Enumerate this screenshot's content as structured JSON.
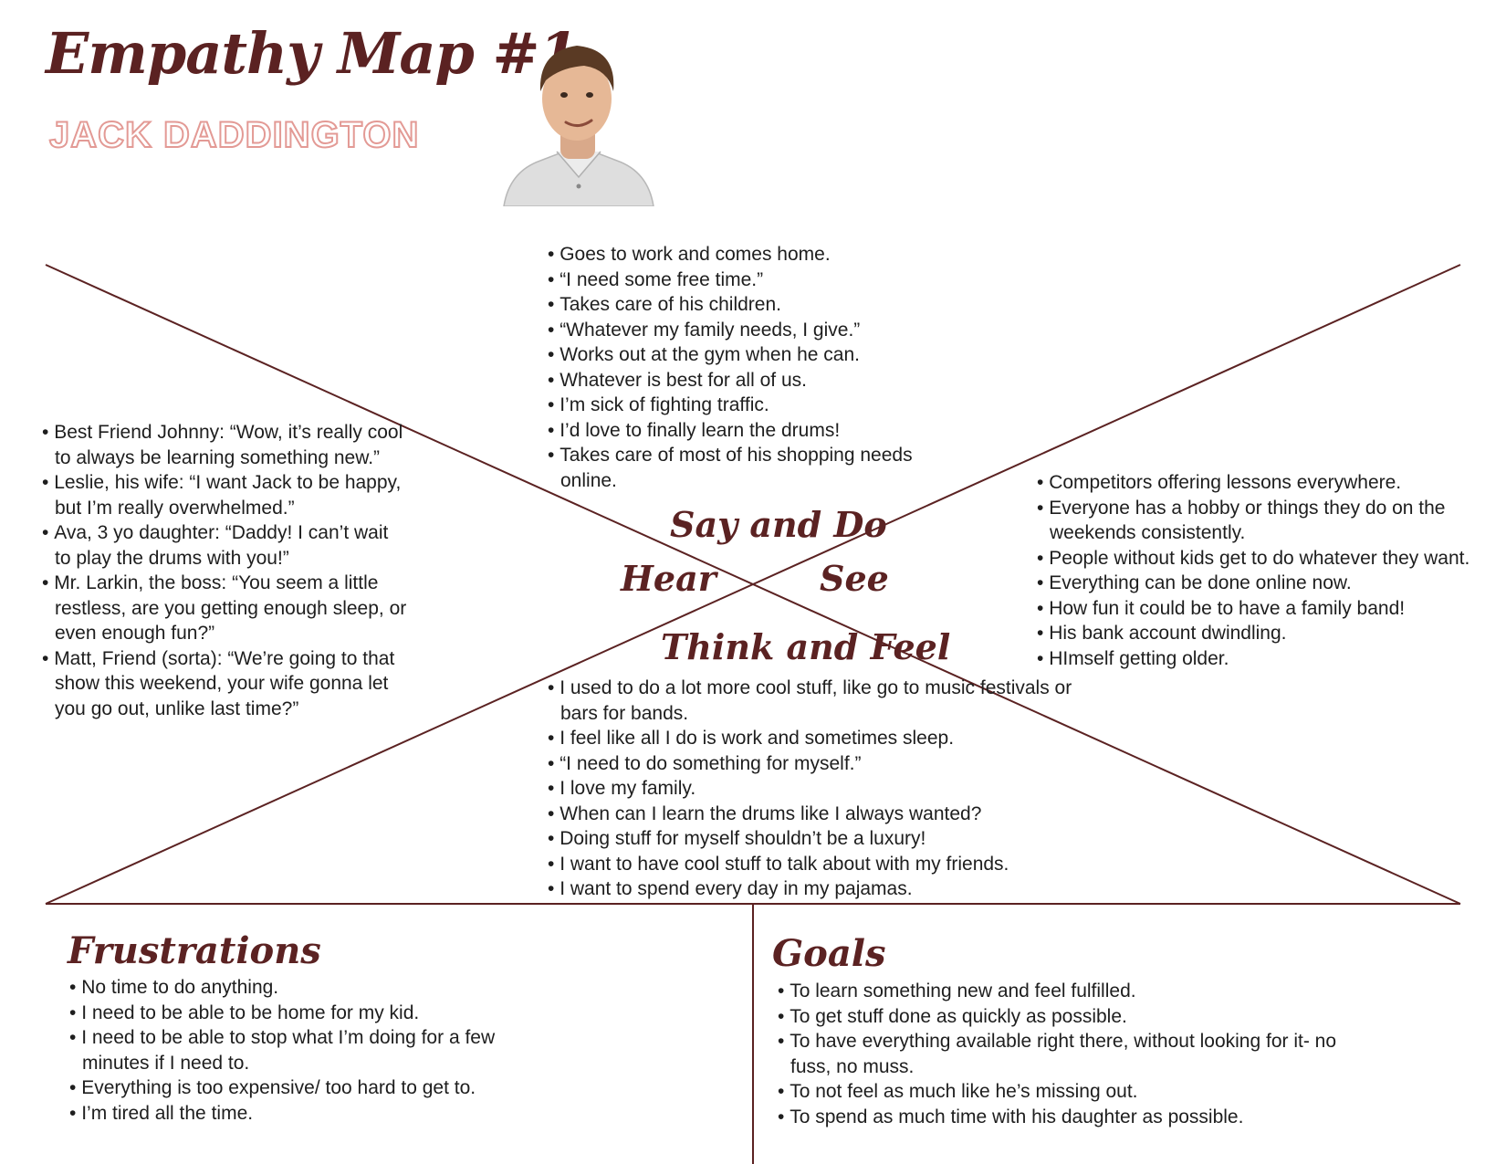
{
  "title": "Empathy Map #1",
  "persona_name": "JACK DADDINGTON",
  "avatar_icon": "man-portrait-icon",
  "colors": {
    "accent": "#5b2222",
    "name": "#e39a95",
    "line": "#5b2222"
  },
  "quadrants": {
    "say_do": {
      "label": "Say and Do",
      "items": [
        "Goes to work and comes home.",
        "“I need some free time.”",
        "Takes care of his children.",
        "“Whatever my family needs, I give.”",
        "Works out at the gym when he can.",
        "Whatever is best for all of us.",
        "I’m sick of fighting traffic.",
        "I’d love to finally learn the drums!",
        "Takes care of most of his shopping needs online."
      ]
    },
    "hear": {
      "label": "Hear",
      "items": [
        "Best Friend Johnny: “Wow, it’s really cool to always be learning something new.”",
        "Leslie, his wife: “I want Jack to be happy, but I’m really overwhelmed.”",
        "Ava, 3 yo daughter: “Daddy! I can’t wait to play the drums with you!”",
        "Mr. Larkin, the boss: “You seem a little restless, are you getting enough sleep, or even enough fun?”",
        "Matt, Friend (sorta): “We’re going to that show this weekend, your wife gonna let you go out, unlike last time?”"
      ]
    },
    "see": {
      "label": "See",
      "items": [
        "Competitors offering lessons everywhere.",
        "Everyone has a hobby or things they do on the weekends consistently.",
        "People without kids get to do whatever they want.",
        "Everything can be done online now.",
        "How fun it could be to have a family band!",
        "His bank account dwindling.",
        "HImself getting older."
      ]
    },
    "think_feel": {
      "label": "Think and Feel",
      "items": [
        "I used to do a lot more cool stuff, like go to music festivals or bars for bands.",
        "I feel like all I do is work and sometimes sleep.",
        "“I need to do something for myself.”",
        "I love my family.",
        "When can I learn the drums like I always wanted?",
        "Doing stuff for myself shouldn’t be a luxury!",
        "I want to have cool stuff to talk about with my friends.",
        "I want to spend every day in my pajamas."
      ]
    }
  },
  "frustrations": {
    "label": "Frustrations",
    "items": [
      "No time to do anything.",
      "I need to be able to be home for my kid.",
      "I need to be able to stop what I’m doing for a few minutes if I need to.",
      "Everything is too expensive/ too hard to get to.",
      "I’m tired all the time."
    ]
  },
  "goals": {
    "label": "Goals",
    "items": [
      "To learn something new and feel fulfilled.",
      "To get stuff done as quickly as possible.",
      "To have everything available right there, without looking for it- no fuss, no muss.",
      "To not feel as much like he’s missing out.",
      "To spend as much time with his daughter as possible."
    ]
  }
}
